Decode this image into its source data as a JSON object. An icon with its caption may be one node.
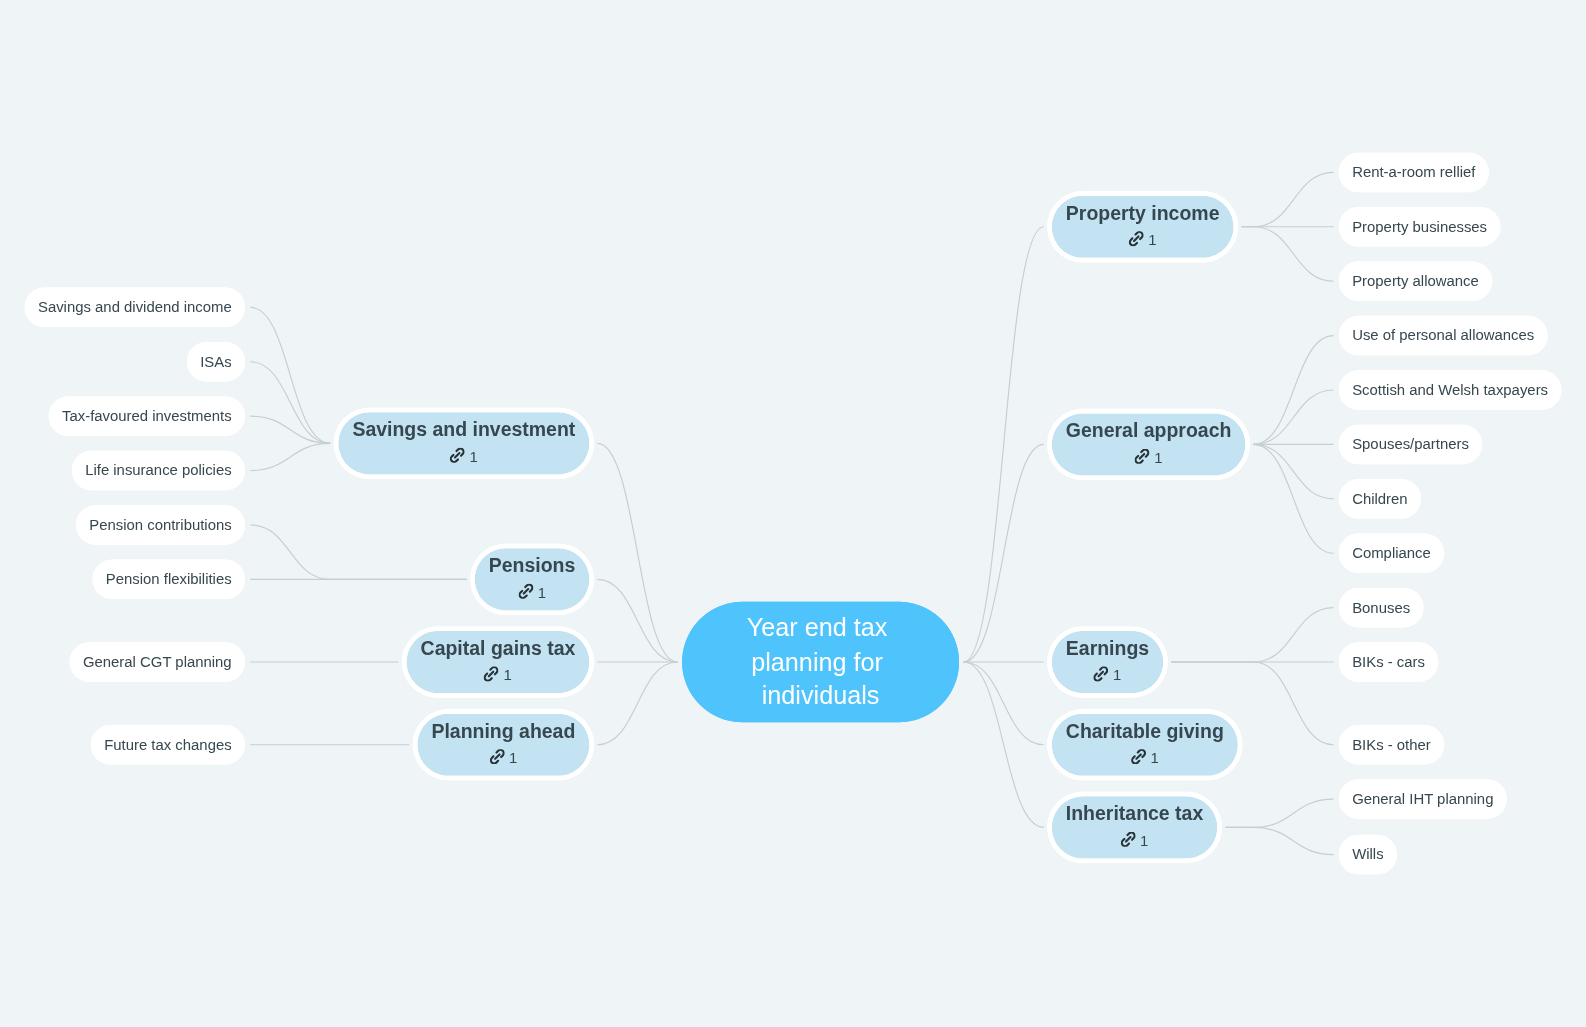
{
  "diagram": {
    "nodes": [
      {
        "text": [
          "Year end tax planning for individuals"
        ]
      },
      {
        "text": [
          "Property income",
          "1"
        ]
      },
      {
        "text": [
          "Rent-a-room rellief"
        ]
      },
      {
        "text": [
          "Property businesses"
        ]
      },
      {
        "text": [
          "Property allowance"
        ]
      },
      {
        "text": [
          "General approach",
          "1"
        ]
      },
      {
        "text": [
          "Use of personal allowances"
        ]
      },
      {
        "text": [
          "Scottish and Welsh taxpayers"
        ]
      },
      {
        "text": [
          "Spouses/partners"
        ]
      },
      {
        "text": [
          "Children"
        ]
      },
      {
        "text": [
          "Compliance"
        ]
      },
      {
        "text": [
          "Earnings",
          "1"
        ]
      },
      {
        "text": [
          "Bonuses"
        ]
      },
      {
        "text": [
          "BIKs - cars"
        ]
      },
      {
        "text": [
          "BIKs - other"
        ]
      },
      {
        "text": [
          "Charitable giving",
          "1"
        ]
      },
      {
        "text": [
          "Inheritance tax",
          "1"
        ]
      },
      {
        "text": [
          "General IHT planning"
        ]
      },
      {
        "text": [
          "Wills"
        ]
      },
      {
        "text": [
          "Savings and investment",
          "1"
        ]
      },
      {
        "text": [
          "Savings and dividend income"
        ]
      },
      {
        "text": [
          "ISAs"
        ]
      },
      {
        "text": [
          "Tax-favoured investments"
        ]
      },
      {
        "text": [
          "Life insurance policies"
        ]
      },
      {
        "text": [
          "Pensions",
          "1"
        ]
      },
      {
        "text": [
          "Pension contributions"
        ]
      },
      {
        "text": [
          "Pension flexibilities"
        ]
      },
      {
        "text": [
          "Capital gains tax",
          "1"
        ]
      },
      {
        "text": [
          "General CGT planning"
        ]
      },
      {
        "text": [
          "Planning ahead",
          "1"
        ]
      },
      {
        "text": [
          "Future tax changes"
        ]
      }
    ],
    "edges": [
      {
        "from": 0,
        "to": 1,
        "arrow": "none"
      },
      {
        "from": 1,
        "to": 2,
        "arrow": "none"
      },
      {
        "from": 1,
        "to": 3,
        "arrow": "none"
      },
      {
        "from": 1,
        "to": 4,
        "arrow": "none"
      },
      {
        "from": 0,
        "to": 5,
        "arrow": "none"
      },
      {
        "from": 5,
        "to": 6,
        "arrow": "none"
      },
      {
        "from": 5,
        "to": 7,
        "arrow": "none"
      },
      {
        "from": 5,
        "to": 8,
        "arrow": "none"
      },
      {
        "from": 5,
        "to": 9,
        "arrow": "none"
      },
      {
        "from": 5,
        "to": 10,
        "arrow": "none"
      },
      {
        "from": 0,
        "to": 11,
        "arrow": "none"
      },
      {
        "from": 11,
        "to": 12,
        "arrow": "none"
      },
      {
        "from": 11,
        "to": 13,
        "arrow": "none"
      },
      {
        "from": 11,
        "to": 14,
        "arrow": "none"
      },
      {
        "from": 0,
        "to": 15,
        "arrow": "none"
      },
      {
        "from": 0,
        "to": 16,
        "arrow": "none"
      },
      {
        "from": 16,
        "to": 17,
        "arrow": "none"
      },
      {
        "from": 16,
        "to": 18,
        "arrow": "none"
      },
      {
        "from": 20,
        "to": 19,
        "arrow": "none"
      },
      {
        "from": 21,
        "to": 19,
        "arrow": "none"
      },
      {
        "from": 22,
        "to": 19,
        "arrow": "none"
      },
      {
        "from": 23,
        "to": 19,
        "arrow": "none"
      },
      {
        "from": 19,
        "to": 0,
        "arrow": "none"
      },
      {
        "from": 25,
        "to": 24,
        "arrow": "none"
      },
      {
        "from": 26,
        "to": 24,
        "arrow": "none"
      },
      {
        "from": 24,
        "to": 0,
        "arrow": "none"
      },
      {
        "from": 28,
        "to": 27,
        "arrow": "none"
      },
      {
        "from": 27,
        "to": 0,
        "arrow": "none"
      },
      {
        "from": 30,
        "to": 29,
        "arrow": "none"
      },
      {
        "from": 29,
        "to": 0,
        "arrow": "none"
      }
    ]
  }
}
